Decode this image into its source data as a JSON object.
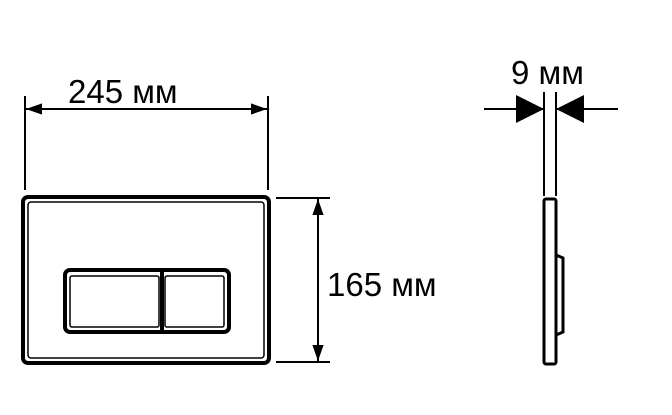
{
  "dimensions": {
    "width": "245 мм",
    "height": "165 мм",
    "thickness": "9 мм"
  },
  "colors": {
    "stroke": "#000000",
    "background": "#ffffff"
  }
}
